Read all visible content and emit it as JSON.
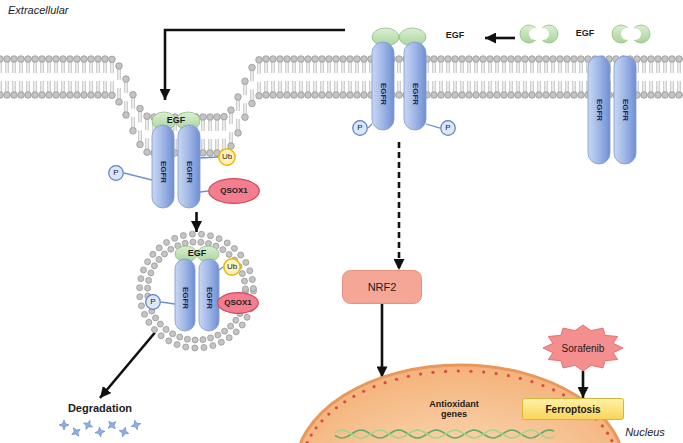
{
  "diagram": {
    "nodes": [
      {
        "text": [
          "EGF",
          "EGFR",
          "EGFR"
        ]
      },
      {
        "text": [
          "P"
        ],
        "in": 0
      },
      {
        "text": [
          "Ub"
        ],
        "in": 0
      },
      {
        "text": [
          "QSOX1"
        ],
        "in": 0
      },
      {
        "text": [
          "EGF",
          "EGFR",
          "EGFR"
        ]
      },
      {
        "text": [
          "P"
        ],
        "in": 4
      },
      {
        "text": [
          "P"
        ],
        "in": 4
      },
      {
        "text": [
          "EGFR",
          "EGFR"
        ]
      },
      {
        "text": [
          "EGF"
        ]
      },
      {
        "text": [
          "EGF",
          "EGFR",
          "EGFR"
        ]
      },
      {
        "text": [
          "P"
        ],
        "in": 9
      },
      {
        "text": [
          "Ub"
        ],
        "in": 9
      },
      {
        "text": [
          "QSOX1"
        ],
        "in": 9
      },
      {
        "text": [
          "Degradation"
        ]
      },
      {
        "text": [
          "NRF2"
        ]
      },
      {
        "text": [
          "Nucleus"
        ]
      },
      {
        "text": [
          "Antioxidant genes"
        ],
        "in": 15
      },
      {
        "text": [
          "Ferroptosis"
        ],
        "in": 15
      },
      {
        "text": [
          "Sorafenib"
        ]
      }
    ],
    "edges": [
      {
        "from": 8,
        "to": 4,
        "arrow": "to"
      },
      {
        "from": 4,
        "to": 0,
        "arrow": "to"
      },
      {
        "from": 0,
        "to": 9,
        "arrow": "to"
      },
      {
        "from": 9,
        "to": 13,
        "arrow": "to"
      },
      {
        "from": 4,
        "to": 14,
        "arrow": "to"
      },
      {
        "from": 14,
        "to": 15,
        "arrow": "to"
      },
      {
        "from": 16,
        "to": 17,
        "arrow": "to"
      },
      {
        "from": 18,
        "to": 17,
        "arrow": "to"
      }
    ],
    "labels": [
      "Extracellular"
    ]
  }
}
